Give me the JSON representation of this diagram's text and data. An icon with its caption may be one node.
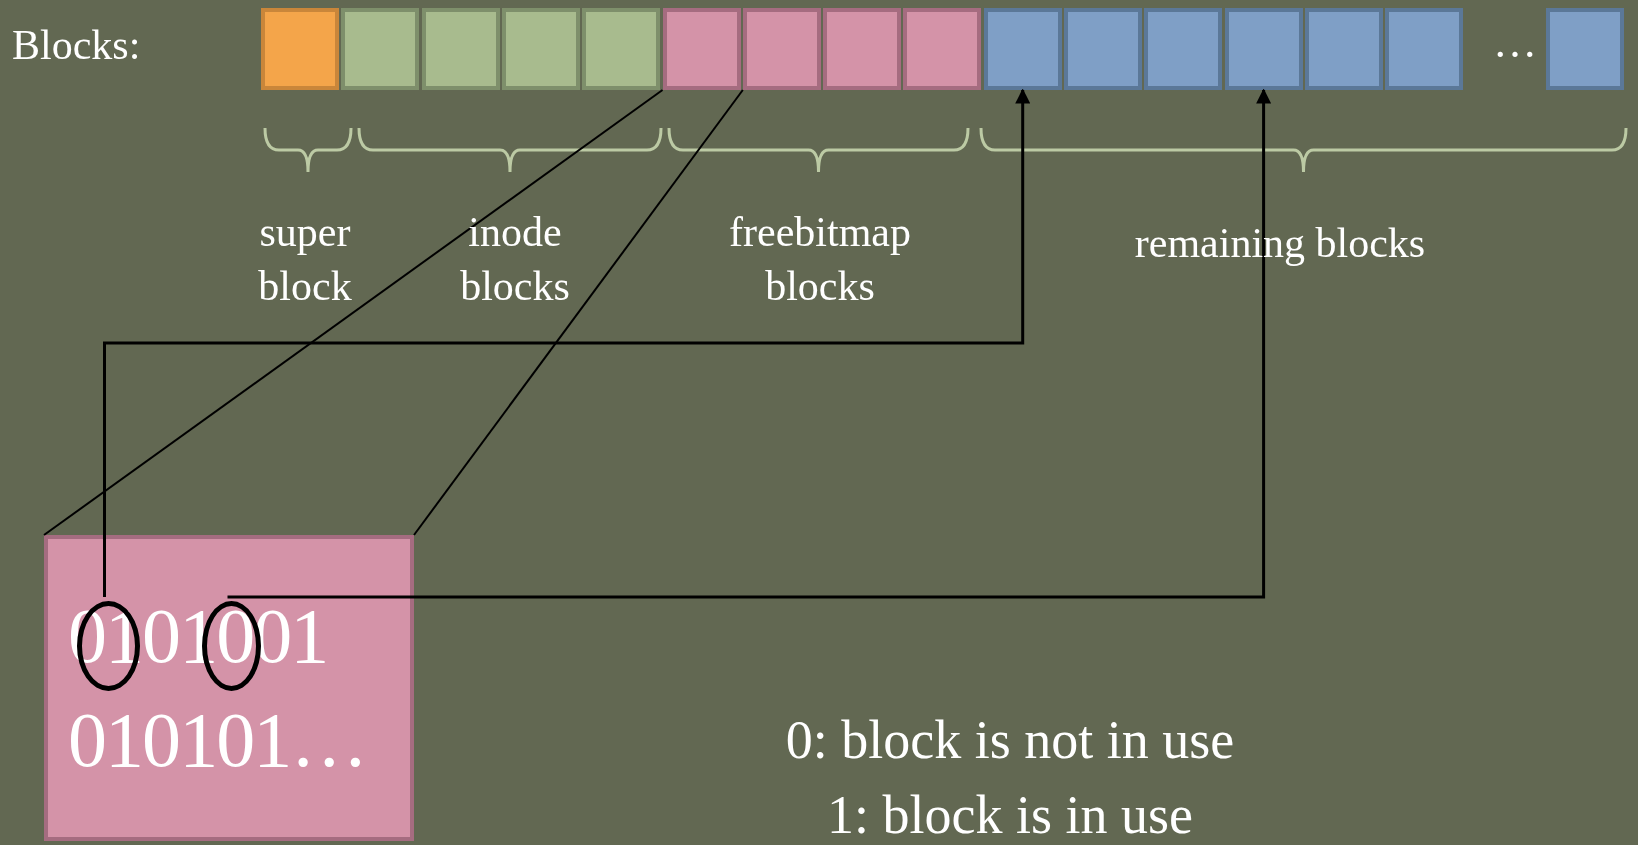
{
  "diagram": {
    "nodes": [
      {
        "text": [],
        "shape": "box"
      },
      {
        "text": [],
        "shape": "box"
      },
      {
        "text": [],
        "shape": "box"
      },
      {
        "text": [],
        "shape": "box"
      },
      {
        "text": [],
        "shape": "box"
      },
      {
        "text": [],
        "shape": "box"
      },
      {
        "text": [],
        "shape": "box"
      },
      {
        "text": [],
        "shape": "box"
      },
      {
        "text": [],
        "shape": "box"
      },
      {
        "text": [],
        "shape": "box"
      },
      {
        "text": [],
        "shape": "box"
      },
      {
        "text": [],
        "shape": "box"
      },
      {
        "text": [],
        "shape": "box"
      },
      {
        "text": [],
        "shape": "box"
      },
      {
        "text": [],
        "shape": "box"
      },
      {
        "text": [],
        "shape": "box"
      },
      {
        "text": [
          "0101001",
          "010101…"
        ]
      },
      {
        "text": [],
        "shape": "circle",
        "in": 16
      },
      {
        "text": [],
        "shape": "circle",
        "in": 16
      }
    ],
    "edges": [
      {
        "from": 5,
        "to": 16,
        "arrow": "none"
      },
      {
        "from": 6,
        "to": 16,
        "arrow": "none"
      },
      {
        "from": 17,
        "to": 9,
        "arrow": "to"
      },
      {
        "from": 18,
        "to": 12,
        "arrow": "to"
      }
    ],
    "labels": [
      "Blocks:",
      "…",
      "super block",
      "inode blocks",
      "freebitmap blocks",
      "remaining blocks",
      "0: block is not in use",
      "1: block is in use"
    ]
  }
}
